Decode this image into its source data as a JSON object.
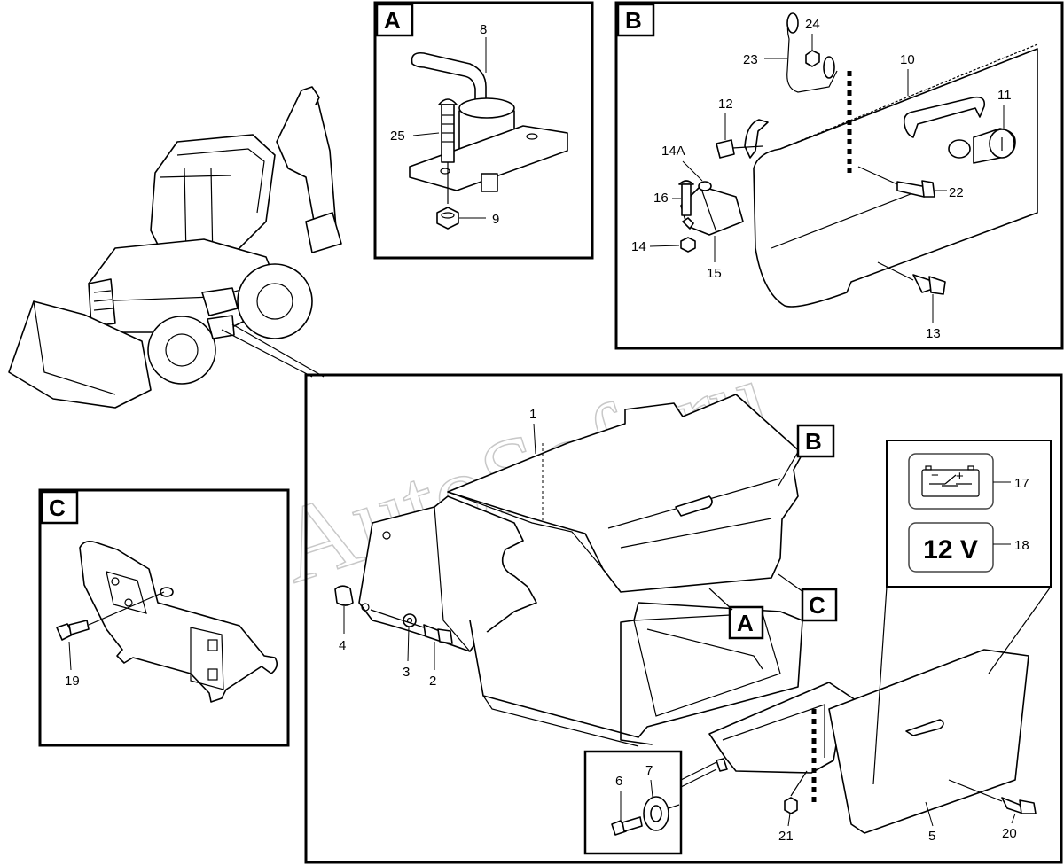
{
  "watermark": "AutoSoft.ru",
  "detail_letters": {
    "a": "A",
    "b": "B",
    "c": "C"
  },
  "stickers": {
    "voltage": "12 V"
  },
  "callouts": {
    "c1": "1",
    "c2": "2",
    "c3": "3",
    "c4": "4",
    "c5": "5",
    "c6": "6",
    "c7": "7",
    "c8": "8",
    "c9": "9",
    "c10": "10",
    "c11": "11",
    "c12": "12",
    "c13": "13",
    "c14": "14",
    "c14a": "14A",
    "c15": "15",
    "c16": "16",
    "c17": "17",
    "c18": "18",
    "c19": "19",
    "c20": "20",
    "c21": "21",
    "c22": "22",
    "c23": "23",
    "c24": "24",
    "c25": "25"
  }
}
